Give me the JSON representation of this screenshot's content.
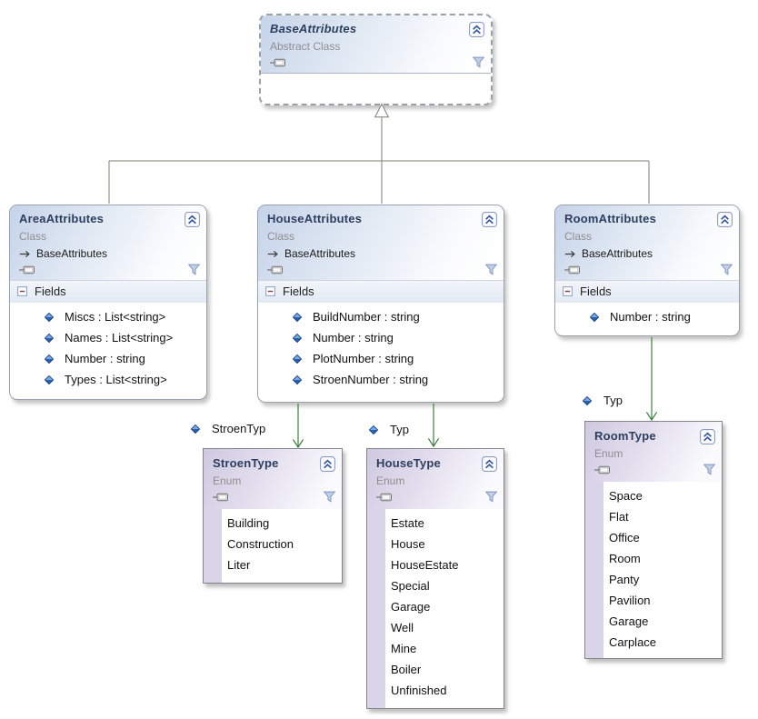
{
  "colors": {
    "association_arrow": "#3e7b3e",
    "inheritance_line": "#7f7f76",
    "class_header_accent": "#c6d3e9",
    "enum_header_accent": "#cfc9e0",
    "enum_strip": "#dad4e8"
  },
  "icons": {
    "collapse_button": "chevron-double-up",
    "filter_button": "funnel",
    "connector_icon": "lollipop-connector",
    "field_icon": "blue-diamond",
    "section_toggle_icon": "minus-box",
    "base_type_icon": "right-arrow",
    "inheritance_head": "hollow-triangle-up",
    "association_head": "open-arrow-down"
  },
  "boxes": {
    "base": {
      "title": "BaseAttributes",
      "kind": "Abstract Class"
    },
    "area": {
      "title": "AreaAttributes",
      "kind": "Class",
      "base": "BaseAttributes",
      "section": "Fields",
      "fields": [
        "Miscs : List<string>",
        "Names : List<string>",
        "Number : string",
        "Types : List<string>"
      ]
    },
    "house": {
      "title": "HouseAttributes",
      "kind": "Class",
      "base": "BaseAttributes",
      "section": "Fields",
      "fields": [
        "BuildNumber : string",
        "Number : string",
        "PlotNumber : string",
        "StroenNumber : string"
      ]
    },
    "room": {
      "title": "RoomAttributes",
      "kind": "Class",
      "base": "BaseAttributes",
      "section": "Fields",
      "fields": [
        "Number : string"
      ]
    },
    "stroen_type": {
      "title": "StroenType",
      "kind": "Enum",
      "members": [
        "Building",
        "Construction",
        "Liter"
      ]
    },
    "house_type": {
      "title": "HouseType",
      "kind": "Enum",
      "members": [
        "Estate",
        "House",
        "HouseEstate",
        "Special",
        "Garage",
        "Well",
        "Mine",
        "Boiler",
        "Unfinished"
      ]
    },
    "room_type": {
      "title": "RoomType",
      "kind": "Enum",
      "members": [
        "Space",
        "Flat",
        "Office",
        "Room",
        "Panty",
        "Pavilion",
        "Garage",
        "Carplace"
      ]
    }
  },
  "labels": {
    "stroen": "StroenTyp",
    "house": "Typ",
    "room": "Typ"
  }
}
